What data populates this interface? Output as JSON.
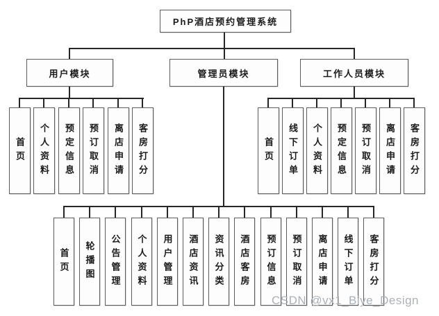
{
  "root": {
    "label": "PhP酒店预约管理系统"
  },
  "modules": [
    {
      "label": "用户模块",
      "children": [
        "首页",
        "个人资料",
        "预定信息",
        "预订取消",
        "离店申请",
        "客房打分"
      ]
    },
    {
      "label": "管理员模块",
      "children": [
        "首页",
        "轮播图",
        "公告管理",
        "个人资料",
        "用户管理",
        "酒店资讯",
        "资讯分类",
        "酒店客房",
        "预订信息",
        "预订取消",
        "离店申请",
        "线下订单",
        "客房打分"
      ]
    },
    {
      "label": "工作人员模块",
      "children": [
        "首页",
        "线下订单",
        "个人资料",
        "预定信息",
        "预订取消",
        "离店申请",
        "客房打分"
      ]
    }
  ],
  "watermark": {
    "text": "CSDN @vx1_Biye_Design"
  }
}
